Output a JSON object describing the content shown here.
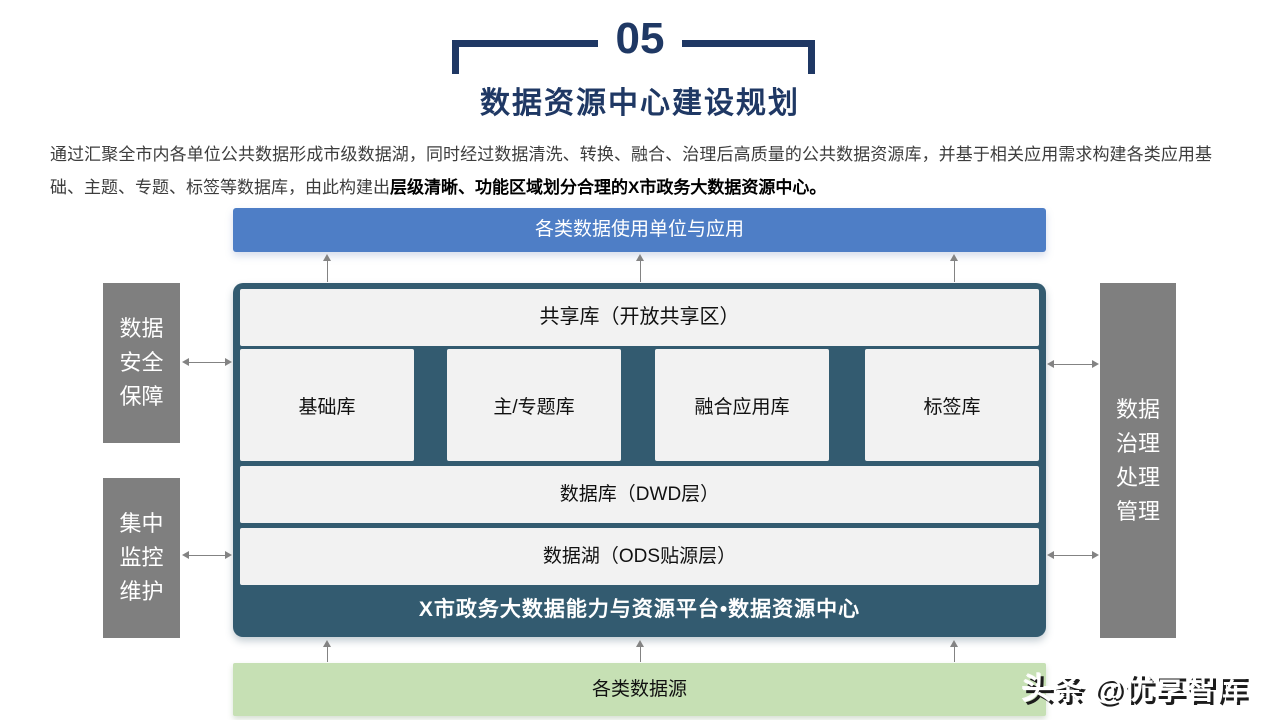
{
  "slide": {
    "section_number": "05",
    "title": "数据资源中心建设规划",
    "intro_normal": "通过汇聚全市内各单位公共数据形成市级数据湖，同时经过数据清洗、转换、融合、治理后高质量的公共数据资源库，并基于相关应用需求构建各类应用基础、主题、专题、标签等数据库，由此构建出",
    "intro_bold": "层级清晰、功能区域划分合理的X市政务大数据资源中心。"
  },
  "diagram": {
    "consumers_bar": "各类数据使用单位与应用",
    "share_layer": "共享库（开放共享区）",
    "library_boxes": [
      "基础库",
      "主/专题库",
      "融合应用库",
      "标签库"
    ],
    "dwd_layer": "数据库（DWD层）",
    "ods_layer": "数据湖（ODS贴源层）",
    "platform_bar": "X市政务大数据能力与资源平台•数据资源中心",
    "left_panels": [
      "数据安全保障",
      "集中监控维护"
    ],
    "right_panel": "数据治理处理管理",
    "sources_bar": "各类数据源"
  },
  "watermark": "头条 @优享智库",
  "colors": {
    "title_navy": "#1F3864",
    "container_teal": "#335B70",
    "consumers_blue": "#4E7EC6",
    "panel_gray": "#7F7F7F",
    "layer_light": "#F2F2F2",
    "sources_green": "#C6E0B4",
    "arrow_gray": "#838383"
  }
}
